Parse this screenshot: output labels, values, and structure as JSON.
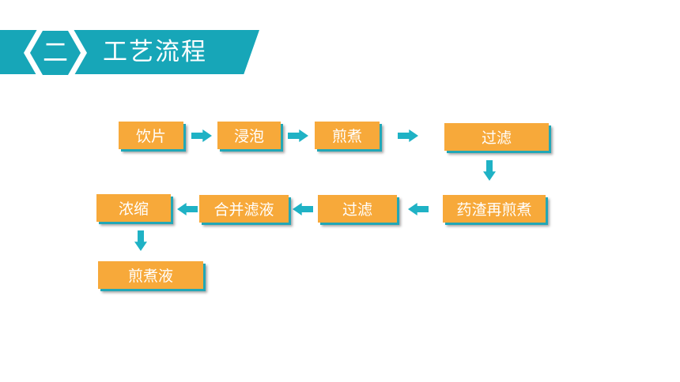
{
  "header": {
    "number": "二",
    "title": "工艺流程"
  },
  "steps": [
    "饮片",
    "浸泡",
    "煎煮",
    "过滤",
    "药渣再煎煮",
    "过滤",
    "合并滤液",
    "浓缩",
    "煎煮液"
  ],
  "colors": {
    "accent": "#17a6b8",
    "box": "#f7a93a",
    "arrow": "#1fb2c5",
    "text": "#ffffff"
  },
  "icons": {
    "flow_arrow_right": "arrow-right-icon",
    "flow_arrow_left": "arrow-left-icon",
    "flow_arrow_down": "arrow-down-icon"
  }
}
